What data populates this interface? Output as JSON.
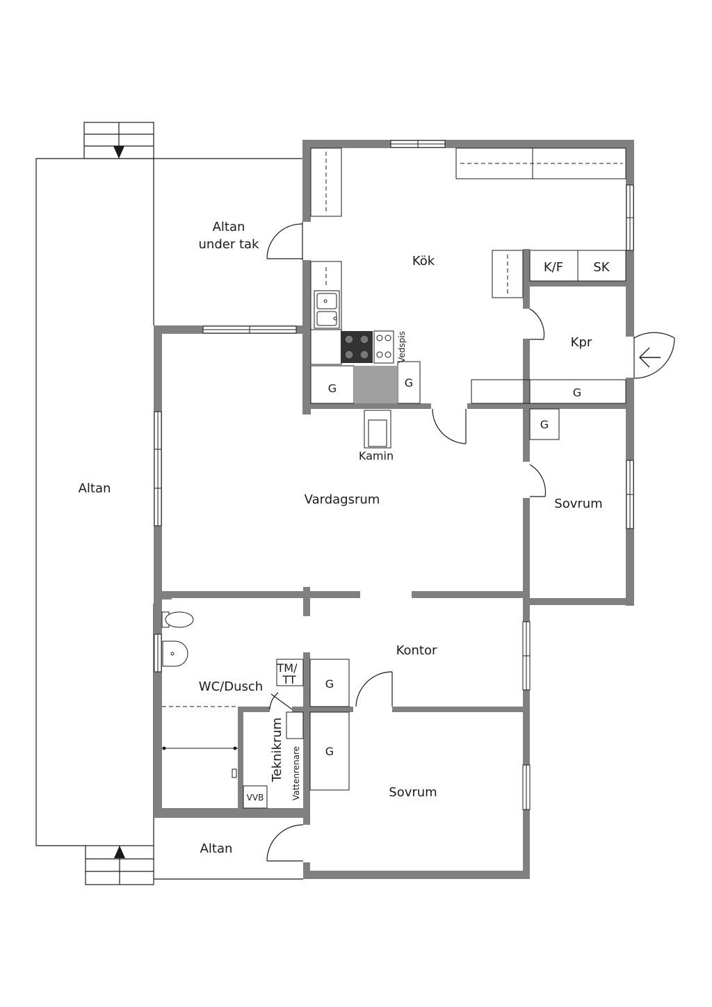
{
  "colors": {
    "wall": "#808080",
    "wall_dark": "#707070",
    "line": "#1a1a1a",
    "fixture_fill": "#a0a0a0",
    "stove": "#333333",
    "background": "#ffffff"
  },
  "rooms": {
    "altan_under_tak_1": "Altan",
    "altan_under_tak_2": "under tak",
    "kok": "Kök",
    "kf": "K/F",
    "sk": "SK",
    "kpr": "Kpr",
    "g_kok_left": "G",
    "g_kok_right": "G",
    "g_hall": "G",
    "g_sovrum": "G",
    "vedspis": "Vedspis",
    "kamin": "Kamin",
    "altan_left": "Altan",
    "vardagsrum": "Vardagsrum",
    "sovrum_right": "Sovrum",
    "kontor": "Kontor",
    "tm_tt_1": "TM/",
    "tm_tt_2": "TT",
    "g_kontor": "G",
    "wc_dusch": "WC/Dusch",
    "teknikrum": "Teknikrum",
    "vattenrenare": "Vattenrenare",
    "vvb": "VVB",
    "g_bedroom": "G",
    "sovrum_bottom": "Sovrum",
    "altan_bottom": "Altan"
  },
  "icons": {
    "entrance": "entrance-arrow-icon",
    "stairs_down": "stairs-down-arrow-icon",
    "stairs_up": "stairs-up-arrow-icon"
  }
}
